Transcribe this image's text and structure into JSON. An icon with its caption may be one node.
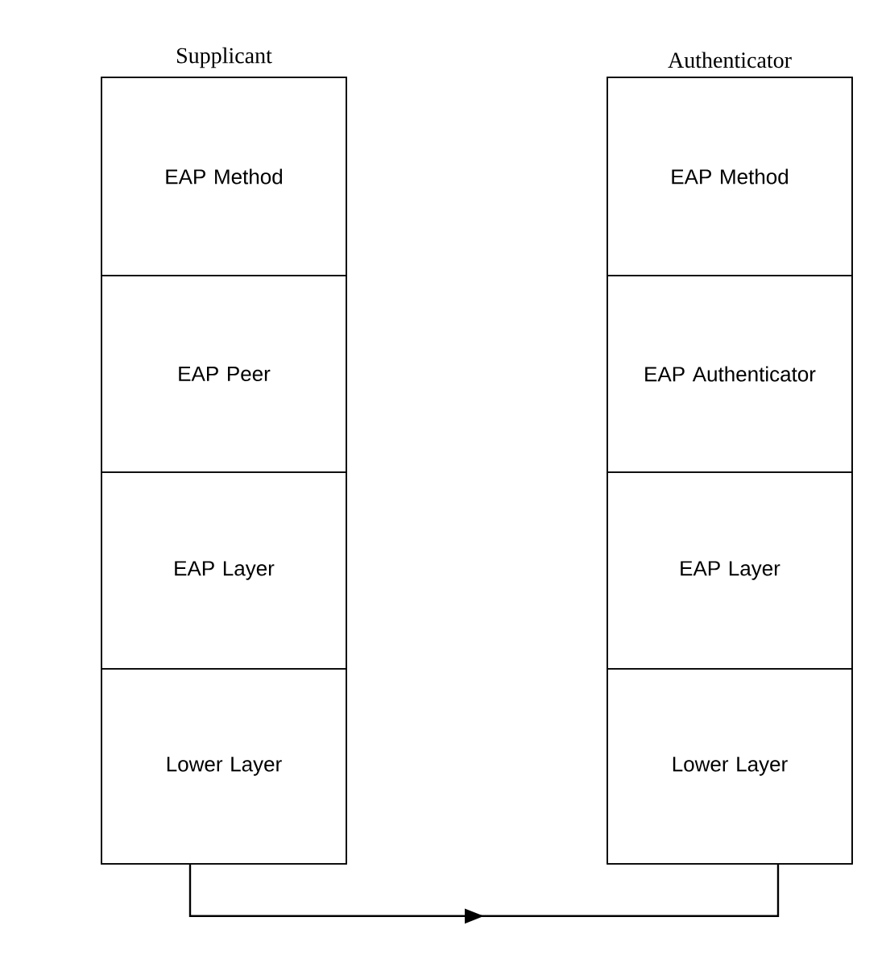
{
  "diagram": {
    "nodes": [
      {
        "text": [
          "Supplicant"
        ]
      },
      {
        "text": [
          "EAP Method"
        ],
        "in": 0
      },
      {
        "text": [
          "EAP Peer"
        ],
        "in": 0
      },
      {
        "text": [
          "EAP Layer"
        ],
        "in": 0
      },
      {
        "text": [
          "Lower Layer"
        ],
        "in": 0
      },
      {
        "text": [
          "Authenticator"
        ]
      },
      {
        "text": [
          "EAP Method"
        ],
        "in": 5
      },
      {
        "text": [
          "EAP Authenticator"
        ],
        "in": 5
      },
      {
        "text": [
          "EAP Layer"
        ],
        "in": 5
      },
      {
        "text": [
          "Lower Layer"
        ],
        "in": 5
      }
    ],
    "edges": [
      {
        "from": 4,
        "to": 9,
        "arrow": "to"
      }
    ]
  }
}
